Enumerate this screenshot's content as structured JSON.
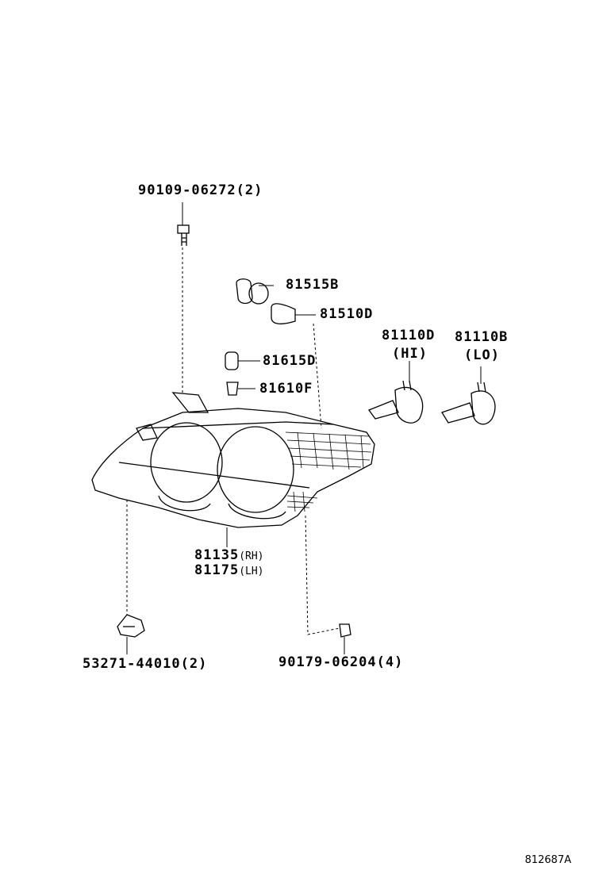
{
  "parts": {
    "bolt": "90109-06272",
    "bolt_qty": "(2)",
    "socket_side": "81515B",
    "bulb_side": "81510D",
    "bulb_hi": "81110D",
    "bulb_hi_tag": "(HI)",
    "bulb_lo": "81110B",
    "bulb_lo_tag": "(LO)",
    "socket_small": "81615D",
    "bulb_small": "81610F",
    "unit_rh": "81135",
    "unit_rh_tag": "(RH)",
    "unit_lh": "81175",
    "unit_lh_tag": "(LH)",
    "bracket": "53271-44010",
    "bracket_qty": "(2)",
    "nut": "90179-06204",
    "nut_qty": "(4)"
  },
  "figure_id": "812687A"
}
